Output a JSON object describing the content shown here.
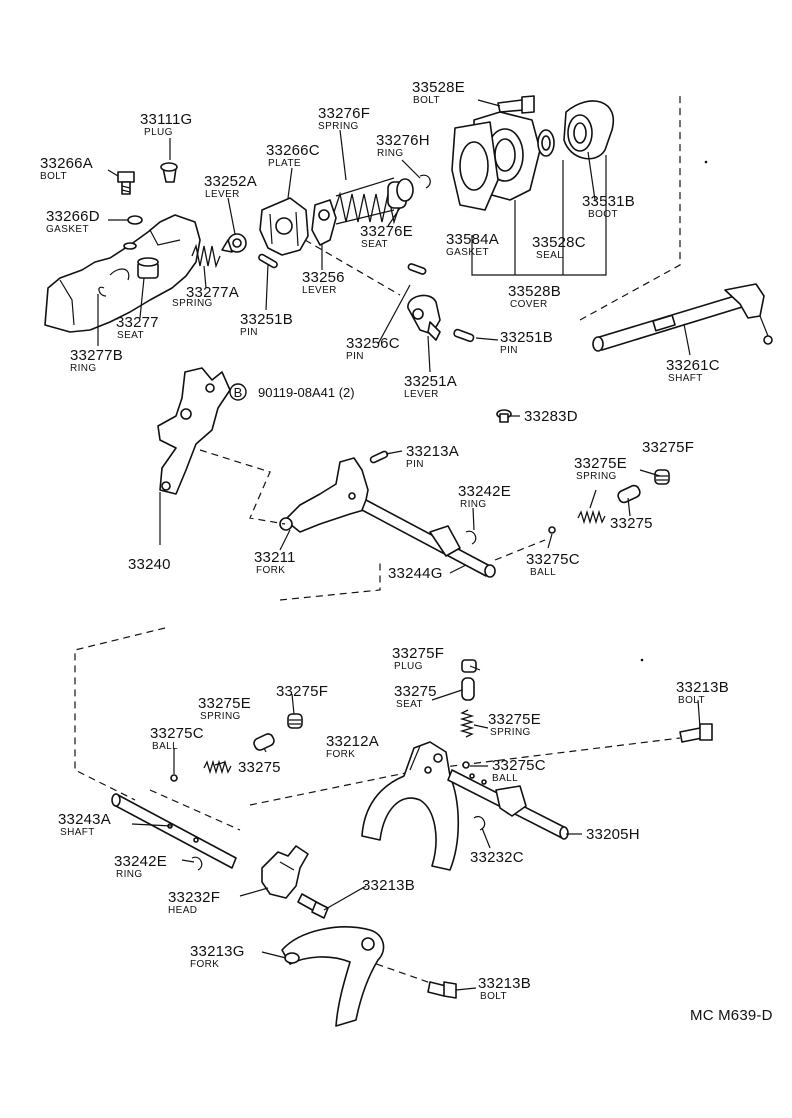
{
  "diagram_code": "MC M639-D",
  "ref_note": "90119-08A41 (2)",
  "ref_marker": "B",
  "labels": {
    "l33111G": {
      "pn": "33111G",
      "desc": "PLUG"
    },
    "l33266A": {
      "pn": "33266A",
      "desc": "BOLT"
    },
    "l33266D": {
      "pn": "33266D",
      "desc": "GASKET"
    },
    "l33252A": {
      "pn": "33252A",
      "desc": "LEVER"
    },
    "l33266C": {
      "pn": "33266C",
      "desc": "PLATE"
    },
    "l33276F": {
      "pn": "33276F",
      "desc": "SPRING"
    },
    "l33276H": {
      "pn": "33276H",
      "desc": "RING"
    },
    "l33528E": {
      "pn": "33528E",
      "desc": "BOLT"
    },
    "l33276E": {
      "pn": "33276E",
      "desc": "SEAT"
    },
    "l33277A": {
      "pn": "33277A",
      "desc": "SPRING"
    },
    "l33277": {
      "pn": "33277",
      "desc": "SEAT"
    },
    "l33277B": {
      "pn": "33277B",
      "desc": "RING"
    },
    "l33256": {
      "pn": "33256",
      "desc": "LEVER"
    },
    "l33251B_a": {
      "pn": "33251B",
      "desc": "PIN"
    },
    "l33256C": {
      "pn": "33256C",
      "desc": "PIN"
    },
    "l33251A": {
      "pn": "33251A",
      "desc": "LEVER"
    },
    "l33251B_b": {
      "pn": "33251B",
      "desc": "PIN"
    },
    "l33531B": {
      "pn": "33531B",
      "desc": "BOOT"
    },
    "l33584A": {
      "pn": "33584A",
      "desc": "GASKET"
    },
    "l33528C": {
      "pn": "33528C",
      "desc": "SEAL"
    },
    "l33528B": {
      "pn": "33528B",
      "desc": "COVER"
    },
    "l33261C": {
      "pn": "33261C",
      "desc": "SHAFT"
    },
    "l33283D": {
      "pn": "33283D",
      "desc": ""
    },
    "l33213A": {
      "pn": "33213A",
      "desc": "PIN"
    },
    "l33275E_a": {
      "pn": "33275E",
      "desc": "SPRING"
    },
    "l33275F_a": {
      "pn": "33275F",
      "desc": ""
    },
    "l33242E_a": {
      "pn": "33242E",
      "desc": "RING"
    },
    "l33275_a": {
      "pn": "33275",
      "desc": ""
    },
    "l33275C_a": {
      "pn": "33275C",
      "desc": "BALL"
    },
    "l33240": {
      "pn": "33240",
      "desc": ""
    },
    "l33211": {
      "pn": "33211",
      "desc": "FORK"
    },
    "l33244G": {
      "pn": "33244G",
      "desc": ""
    },
    "l33275F_b": {
      "pn": "33275F",
      "desc": "PLUG"
    },
    "l33275_b": {
      "pn": "33275",
      "desc": "SEAT"
    },
    "l33275E_b": {
      "pn": "33275E",
      "desc": "SPRING"
    },
    "l33213B_a": {
      "pn": "33213B",
      "desc": "BOLT"
    },
    "l33275E_c": {
      "pn": "33275E",
      "desc": "SPRING"
    },
    "l33275F_c": {
      "pn": "33275F",
      "desc": ""
    },
    "l33275C_b": {
      "pn": "33275C",
      "desc": "BALL"
    },
    "l33275_c": {
      "pn": "33275",
      "desc": ""
    },
    "l33212A": {
      "pn": "33212A",
      "desc": "FORK"
    },
    "l33275C_c": {
      "pn": "33275C",
      "desc": "BALL"
    },
    "l33243A": {
      "pn": "33243A",
      "desc": "SHAFT"
    },
    "l33205H": {
      "pn": "33205H",
      "desc": ""
    },
    "l33242E_b": {
      "pn": "33242E",
      "desc": "RING"
    },
    "l33232C": {
      "pn": "33232C",
      "desc": ""
    },
    "l33232F": {
      "pn": "33232F",
      "desc": "HEAD"
    },
    "l33213B_b": {
      "pn": "33213B",
      "desc": ""
    },
    "l33213G": {
      "pn": "33213G",
      "desc": "FORK"
    },
    "l33213B_c": {
      "pn": "33213B",
      "desc": "BOLT"
    }
  }
}
